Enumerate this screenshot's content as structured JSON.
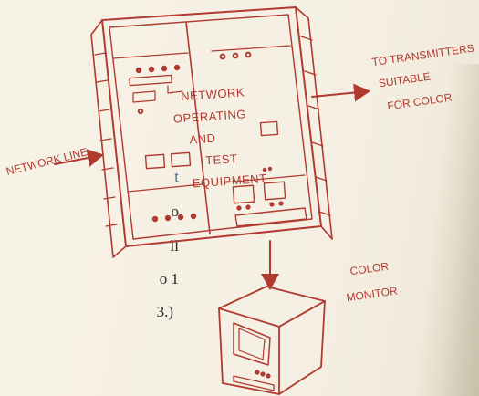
{
  "rack": {
    "label_lines": [
      "NETWORK",
      "OPERATING",
      "AND",
      "TEST",
      "EQUIPMENT"
    ]
  },
  "labels": {
    "network_line": "NETWORK LINE",
    "transmitter_lines": [
      "TO TRANSMITTERS",
      "SUITABLE",
      "FOR COLOR"
    ],
    "monitor_lines": [
      "COLOR",
      "MONITOR"
    ]
  },
  "body_text_fragments": [
    "t",
    "o",
    "ll",
    "o 1",
    "3.)"
  ],
  "colors": {
    "ink": "#b03a30",
    "paper": "#f6f1e4",
    "text": "#2a2522",
    "highlight": "#3a6e9a"
  }
}
